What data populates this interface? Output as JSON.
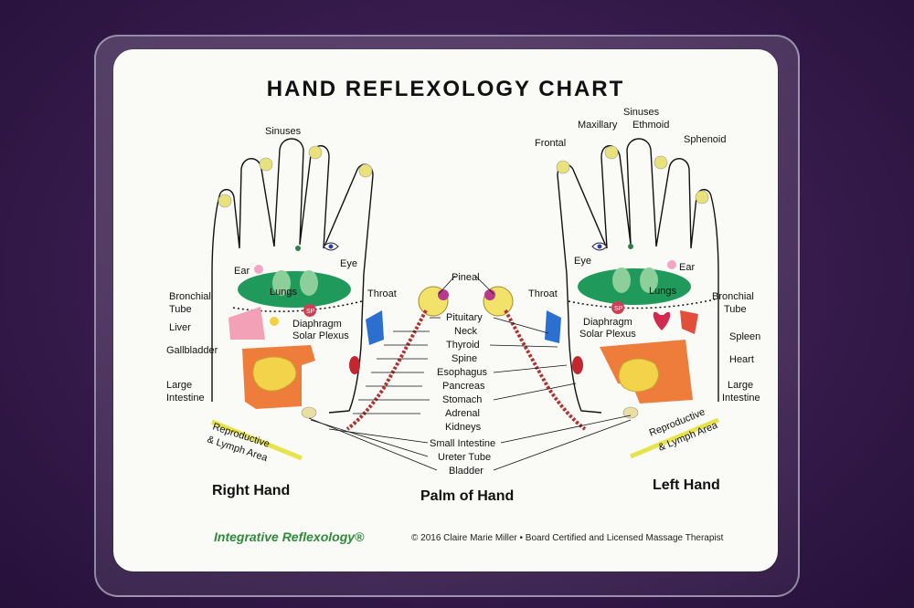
{
  "title": "HAND REFLEXOLOGY CHART",
  "hand_labels": {
    "right": "Right Hand",
    "palm": "Palm of Hand",
    "left": "Left Hand"
  },
  "right_hand_labels": {
    "sinuses": "Sinuses",
    "ear": "Ear",
    "eye": "Eye",
    "bronchial": "Bronchial",
    "tube": "Tube",
    "lungs": "Lungs",
    "liver": "Liver",
    "diaphragm": "Diaphragm",
    "solar_plexus": "Solar Plexus",
    "gallbladder": "Gallbladder",
    "large": "Large",
    "intestine": "Intestine",
    "throat": "Throat",
    "reproductive": "Reproductive",
    "lymph_area": "& Lymph Area",
    "sp": "SP"
  },
  "center_labels": [
    "Pineal",
    "Pituitary",
    "Neck",
    "Thyroid",
    "Spine",
    "Esophagus",
    "Pancreas",
    "Stomach",
    "Adrenal",
    "Kidneys",
    "Small Intestine",
    "Ureter Tube",
    "Bladder"
  ],
  "left_hand_labels": {
    "sinuses": "Sinuses",
    "maxillary": "Maxillary",
    "ethmoid": "Ethmoid",
    "frontal": "Frontal",
    "sphenoid": "Sphenoid",
    "eye": "Eye",
    "ear": "Ear",
    "throat": "Throat",
    "lungs": "Lungs",
    "bronchial": "Bronchial",
    "tube": "Tube",
    "diaphragm": "Diaphragm",
    "solar_plexus": "Solar Plexus",
    "spleen": "Spleen",
    "heart": "Heart",
    "large": "Large",
    "intestine": "Intestine",
    "reproductive": "Reproductive",
    "lymph_area": "& Lymph Area",
    "sp": "SP"
  },
  "footer": {
    "brand": "Integrative Reflexology®",
    "copyright": "© 2016 Claire Marie Miller  •  Board Certified and Licensed Massage Therapist"
  },
  "colors": {
    "background": "#361b4c",
    "card": "#fafaf6",
    "lungs_green": "#1f9a5a",
    "sinus_yellow": "#e9e27a",
    "intestine_orange": "#ee7d3c",
    "small_intestine_yellow": "#f2d34a",
    "throat_blue": "#2b6fd0",
    "kidney_red": "#c2262e",
    "brand_green": "#2e8b3a"
  }
}
